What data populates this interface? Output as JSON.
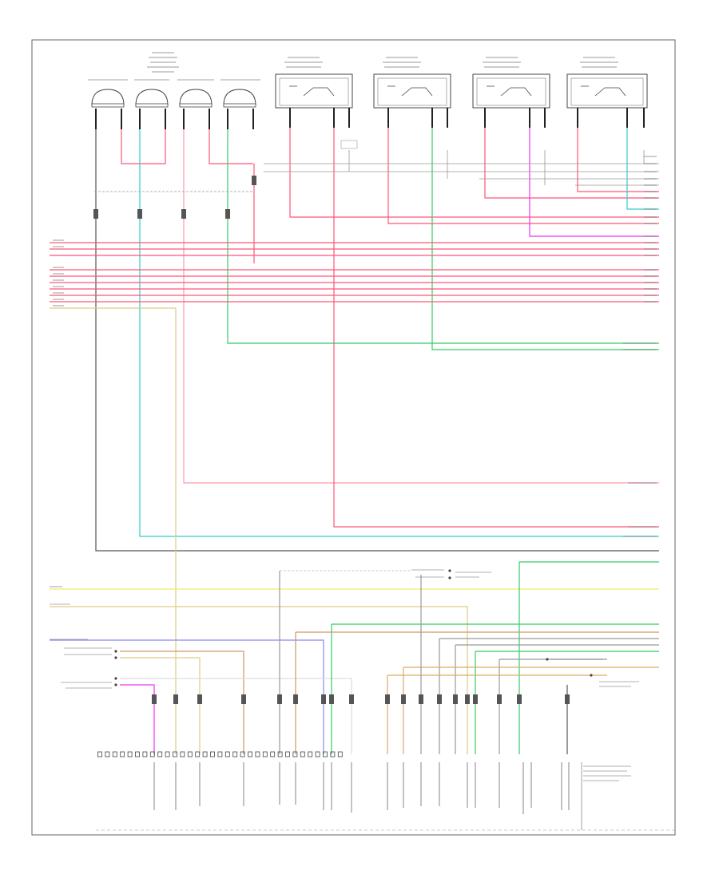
{
  "diagram": {
    "footer_text": "",
    "colors": {
      "frame": "#666666",
      "pink": "#ff5577",
      "light_pink": "#ff99aa",
      "green": "#33cc66",
      "cyan": "#33cccc",
      "magenta": "#ee33ee",
      "gray": "#999999",
      "yellow": "#eeee66",
      "tan": "#ddcc88",
      "orange": "#ddaa66",
      "blue": "#8888ee",
      "brown": "#cc9966",
      "black": "#333333"
    },
    "top_components": [
      {
        "id": "sensor-group-left",
        "kind": "sensor-cluster"
      },
      {
        "id": "module-1",
        "kind": "switch-module"
      },
      {
        "id": "module-2",
        "kind": "switch-module"
      },
      {
        "id": "module-3",
        "kind": "switch-module"
      },
      {
        "id": "module-4",
        "kind": "switch-module"
      }
    ],
    "connector_pin_count": 33
  }
}
